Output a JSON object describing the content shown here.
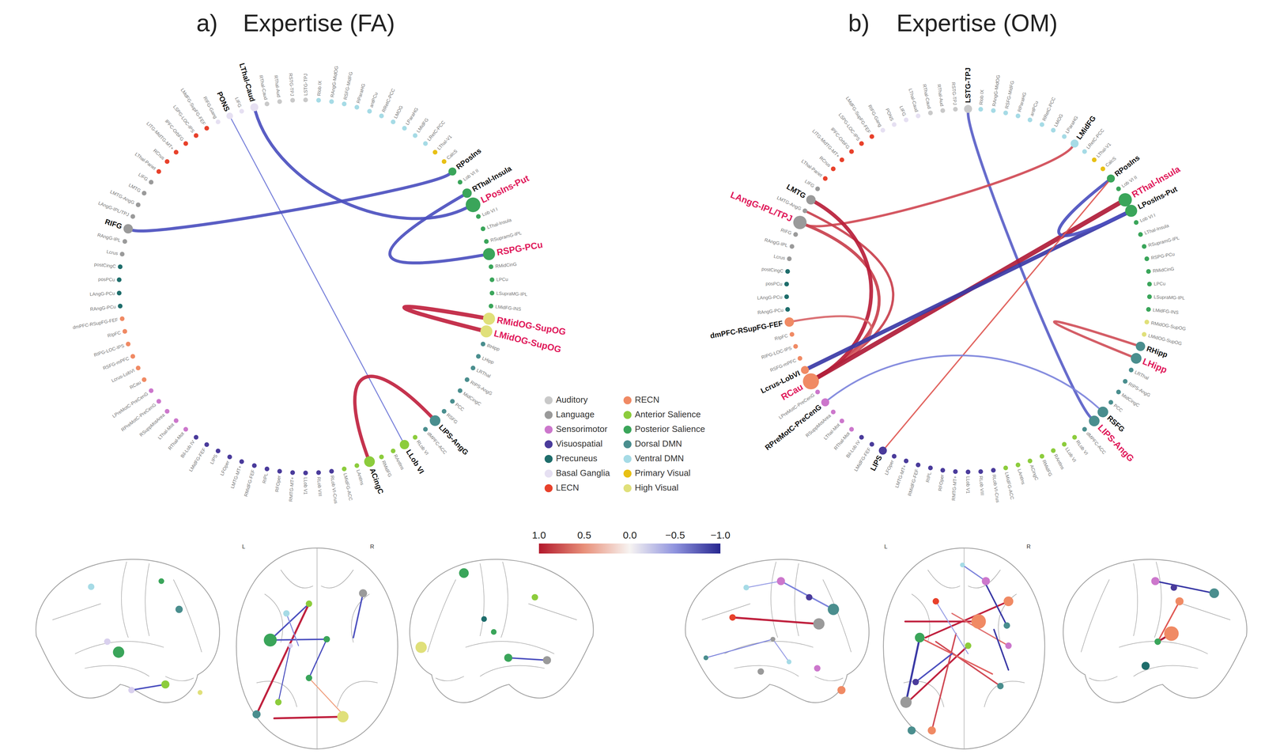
{
  "diagram": {
    "nodes": [
      {
        "text": [
          "LSTG-TPJ"
        ]
      },
      {
        "text": [
          "Rlob IX"
        ]
      },
      {
        "text": [
          "RAngG-MidOG"
        ]
      },
      {
        "text": [
          "RSFG-MidFG"
        ]
      },
      {
        "text": [
          "RParaHG"
        ]
      },
      {
        "text": [
          "antPCu"
        ]
      },
      {
        "text": [
          "RRetC-PCC"
        ]
      },
      {
        "text": [
          "LMOG"
        ]
      },
      {
        "text": [
          "LParaHG"
        ]
      },
      {
        "text": [
          "LMidFG"
        ]
      },
      {
        "text": [
          "LRetC-PCC"
        ]
      },
      {
        "text": [
          "LThal-V1"
        ]
      },
      {
        "text": [
          "CalcS"
        ]
      },
      {
        "text": [
          "RPosIns"
        ]
      },
      {
        "text": [
          "Lob VI II"
        ]
      },
      {
        "text": [
          "RThal-Insula"
        ]
      },
      {
        "text": [
          "LPosIns-Put"
        ]
      },
      {
        "text": [
          "Lob VI I"
        ]
      },
      {
        "text": [
          "LThal-Insula"
        ]
      },
      {
        "text": [
          "RSupramG-IPL"
        ]
      },
      {
        "text": [
          "RSPG-PCu"
        ]
      },
      {
        "text": [
          "RMidCinG"
        ]
      },
      {
        "text": [
          "LPCu"
        ]
      },
      {
        "text": [
          "LSupraMG-IPL"
        ]
      },
      {
        "text": [
          "LMidFG-INS"
        ]
      },
      {
        "text": [
          "RMidOG-SupOG"
        ]
      },
      {
        "text": [
          "LMidOG-SupOG"
        ]
      },
      {
        "text": [
          "RHipp"
        ]
      },
      {
        "text": [
          "LHipp"
        ]
      },
      {
        "text": [
          "LRThal"
        ]
      },
      {
        "text": [
          "RIPS-AngG"
        ]
      },
      {
        "text": [
          "MidCingC"
        ]
      },
      {
        "text": [
          "PCC"
        ]
      },
      {
        "text": [
          "RSFG"
        ]
      },
      {
        "text": [
          "LIPS-AngG"
        ]
      },
      {
        "text": [
          "dMPFC-ACC"
        ]
      },
      {
        "text": [
          "RLob VI"
        ]
      },
      {
        "text": [
          "LLob VI"
        ]
      },
      {
        "text": [
          "RAntIns"
        ]
      },
      {
        "text": [
          "RMidFG"
        ]
      },
      {
        "text": [
          "ACingC"
        ]
      },
      {
        "text": [
          "LAntIns"
        ]
      },
      {
        "text": [
          "LMidFG-ACC"
        ]
      },
      {
        "text": [
          "RLob VI-Crus"
        ]
      },
      {
        "text": [
          "RLob VIII"
        ]
      },
      {
        "text": [
          "LLob V1"
        ]
      },
      {
        "text": [
          "RMTG-MT+"
        ]
      },
      {
        "text": [
          "RFOper"
        ]
      },
      {
        "text": [
          "RIPL"
        ]
      },
      {
        "text": [
          "RMidFG-FEF"
        ]
      },
      {
        "text": [
          "LMTG-MT+"
        ]
      },
      {
        "text": [
          "LFOper"
        ]
      },
      {
        "text": [
          "LIPS"
        ]
      },
      {
        "text": [
          "LMidFG-FEF"
        ]
      },
      {
        "text": [
          "Bil-Lob IV"
        ]
      },
      {
        "text": [
          "RThal-Mot"
        ]
      },
      {
        "text": [
          "LThal-Mot"
        ]
      },
      {
        "text": [
          "RSuppMotArea"
        ]
      },
      {
        "text": [
          "RPreMotC-PreCenG"
        ]
      },
      {
        "text": [
          "LPreMotC-PreCenG"
        ]
      },
      {
        "text": [
          "RCau"
        ]
      },
      {
        "text": [
          "Lcrus-LobVI"
        ]
      },
      {
        "text": [
          "RSFG-mPFC"
        ]
      },
      {
        "text": [
          "RIPG-LOC-IPS"
        ]
      },
      {
        "text": [
          "RIpFC"
        ]
      },
      {
        "text": [
          "dmPFC-RSupFG-FEF"
        ]
      },
      {
        "text": [
          "RAngG-PCu"
        ]
      },
      {
        "text": [
          "LAngG-PCu"
        ]
      },
      {
        "text": [
          "posPCu"
        ]
      },
      {
        "text": [
          "postCingC"
        ]
      },
      {
        "text": [
          "Lcrus"
        ]
      },
      {
        "text": [
          "RAngG-IPL"
        ]
      },
      {
        "text": [
          "RIFG"
        ]
      },
      {
        "text": [
          "LAngG-IPL/TPJ"
        ]
      },
      {
        "text": [
          "LMTG-AngG"
        ]
      },
      {
        "text": [
          "LMTG"
        ]
      },
      {
        "text": [
          "LIFG"
        ]
      },
      {
        "text": [
          "LThal-Pariet"
        ]
      },
      {
        "text": [
          "RCrus"
        ]
      },
      {
        "text": [
          "LITG-MidTG-MT+"
        ]
      },
      {
        "text": [
          "lPFC-OrbFG"
        ]
      },
      {
        "text": [
          "LSPG-LOC-IPS"
        ]
      },
      {
        "text": [
          "LMdFG-SupFG-FEF"
        ]
      },
      {
        "text": [
          "RIFG-Gang"
        ]
      },
      {
        "text": [
          "PONS"
        ]
      },
      {
        "text": [
          "LIFG"
        ]
      },
      {
        "text": [
          "LThal-Caud"
        ]
      },
      {
        "text": [
          "RThal-Caud"
        ]
      },
      {
        "text": [
          "RThal-Aud"
        ]
      },
      {
        "text": [
          "RSTG-TPJ"
        ]
      },
      {
        "text": [
          "LSTG-TPJ"
        ]
      },
      {
        "text": [
          "Rlob IX"
        ]
      },
      {
        "text": [
          "RAngG-MidOG"
        ]
      },
      {
        "text": [
          "RSFG-MidFG"
        ]
      },
      {
        "text": [
          "RParaHG"
        ]
      },
      {
        "text": [
          "antPCu"
        ]
      },
      {
        "text": [
          "RRetC-PCC"
        ]
      },
      {
        "text": [
          "LMOG"
        ]
      },
      {
        "text": [
          "LParaHG"
        ]
      },
      {
        "text": [
          "LMidFG"
        ]
      },
      {
        "text": [
          "LRetC-PCC"
        ]
      },
      {
        "text": [
          "LThal-V1"
        ]
      },
      {
        "text": [
          "CalcS"
        ]
      },
      {
        "text": [
          "RPosIns"
        ]
      },
      {
        "text": [
          "Lob VI II"
        ]
      },
      {
        "text": [
          "RThal-Insula"
        ]
      },
      {
        "text": [
          "LPosIns-Put"
        ]
      },
      {
        "text": [
          "Lob VI I"
        ]
      },
      {
        "text": [
          "LThal-Insula"
        ]
      },
      {
        "text": [
          "RSupramG-IPL"
        ]
      },
      {
        "text": [
          "RSPG-PCu"
        ]
      },
      {
        "text": [
          "RMidCinG"
        ]
      },
      {
        "text": [
          "LPCu"
        ]
      },
      {
        "text": [
          "LSupraMG-IPL"
        ]
      },
      {
        "text": [
          "LMidFG-INS"
        ]
      },
      {
        "text": [
          "RMidOG-SupOG"
        ]
      },
      {
        "text": [
          "LMidOG-SupOG"
        ]
      },
      {
        "text": [
          "RHipp"
        ]
      },
      {
        "text": [
          "LHipp"
        ]
      },
      {
        "text": [
          "LRThal"
        ]
      },
      {
        "text": [
          "RIPS-AngG"
        ]
      },
      {
        "text": [
          "MidCingC"
        ]
      },
      {
        "text": [
          "PCC"
        ]
      },
      {
        "text": [
          "RSFG"
        ]
      },
      {
        "text": [
          "LIPS-AngG"
        ]
      },
      {
        "text": [
          "dMPFC-ACC"
        ]
      },
      {
        "text": [
          "RLob VI"
        ]
      },
      {
        "text": [
          "LLob VI"
        ]
      },
      {
        "text": [
          "RAntIns"
        ]
      },
      {
        "text": [
          "RMidFG"
        ]
      },
      {
        "text": [
          "ACingC"
        ]
      },
      {
        "text": [
          "LAntIns"
        ]
      },
      {
        "text": [
          "LMidFG-ACC"
        ]
      },
      {
        "text": [
          "RLob VI-Crus"
        ]
      },
      {
        "text": [
          "RLob VIII"
        ]
      },
      {
        "text": [
          "LLob V1"
        ]
      },
      {
        "text": [
          "RMTG-MT+"
        ]
      },
      {
        "text": [
          "RFOper"
        ]
      },
      {
        "text": [
          "RIPL"
        ]
      },
      {
        "text": [
          "RMidFG-FEF"
        ]
      },
      {
        "text": [
          "LMTG-MT+"
        ]
      },
      {
        "text": [
          "LFOper"
        ]
      },
      {
        "text": [
          "LIPS"
        ]
      },
      {
        "text": [
          "LMidFG-FEF"
        ]
      },
      {
        "text": [
          "Bil-Lob IV"
        ]
      },
      {
        "text": [
          "RThal-Mot"
        ]
      },
      {
        "text": [
          "LThal-Mot"
        ]
      },
      {
        "text": [
          "RSuppMotArea"
        ]
      },
      {
        "text": [
          "RPreMotC-PreCenG"
        ]
      },
      {
        "text": [
          "LPreMotC-PreCenG"
        ]
      },
      {
        "text": [
          "RCau"
        ]
      },
      {
        "text": [
          "Lcrus-LobVI"
        ]
      },
      {
        "text": [
          "RSFG-mPFC"
        ]
      },
      {
        "text": [
          "RIPG-LOC-IPS"
        ]
      },
      {
        "text": [
          "RIpFC"
        ]
      },
      {
        "text": [
          "dmPFC-RSupFG-FEF"
        ]
      },
      {
        "text": [
          "RAngG-PCu"
        ]
      },
      {
        "text": [
          "LAngG-PCu"
        ]
      },
      {
        "text": [
          "posPCu"
        ]
      },
      {
        "text": [
          "postCingC"
        ]
      },
      {
        "text": [
          "Lcrus"
        ]
      },
      {
        "text": [
          "RAngG-IPL"
        ]
      },
      {
        "text": [
          "RIFG"
        ]
      },
      {
        "text": [
          "LAngG-IPL/TPJ"
        ]
      },
      {
        "text": [
          "LMTG-AngG"
        ]
      },
      {
        "text": [
          "LMTG"
        ]
      },
      {
        "text": [
          "LIFG"
        ]
      },
      {
        "text": [
          "LThal-Pariet"
        ]
      },
      {
        "text": [
          "RCrus"
        ]
      },
      {
        "text": [
          "LITG-MidTG-MT+"
        ]
      },
      {
        "text": [
          "lPFC-OrbFG"
        ]
      },
      {
        "text": [
          "LSPG-LOC-IPS"
        ]
      },
      {
        "text": [
          "LMdFG-SupFG-FEF"
        ]
      },
      {
        "text": [
          "RIFG-Gang"
        ]
      },
      {
        "text": [
          "PONS"
        ]
      },
      {
        "text": [
          "LIFG"
        ]
      },
      {
        "text": [
          "LThal-Caud"
        ]
      },
      {
        "text": [
          "RThal-Caud"
        ]
      },
      {
        "text": [
          "RThal-Aud"
        ]
      },
      {
        "text": [
          "RSTG-TPJ"
        ]
      }
    ],
    "edges": [
      {
        "from": 84,
        "to": 37,
        "arrow": "none"
      },
      {
        "from": 86,
        "to": 16,
        "arrow": "none"
      },
      {
        "from": 72,
        "to": 13,
        "arrow": "none"
      },
      {
        "from": 15,
        "to": 20,
        "arrow": "none"
      },
      {
        "from": 25,
        "to": 26,
        "arrow": "none"
      },
      {
        "from": 40,
        "to": 34,
        "arrow": "none"
      },
      {
        "from": 90,
        "to": 124,
        "arrow": "none"
      },
      {
        "from": 99,
        "to": 163,
        "arrow": "none"
      },
      {
        "from": 163,
        "to": 150,
        "arrow": "none"
      },
      {
        "from": 164,
        "to": 150,
        "arrow": "none"
      },
      {
        "from": 165,
        "to": 150,
        "arrow": "none"
      },
      {
        "from": 155,
        "to": 150,
        "arrow": "none"
      },
      {
        "from": 150,
        "to": 105,
        "arrow": "none"
      },
      {
        "from": 151,
        "to": 106,
        "arrow": "none"
      },
      {
        "from": 103,
        "to": 106,
        "arrow": "none"
      },
      {
        "from": 142,
        "to": 103,
        "arrow": "none"
      },
      {
        "from": 148,
        "to": 123,
        "arrow": "none"
      },
      {
        "from": 117,
        "to": 118,
        "arrow": "none"
      }
    ],
    "labels": [
      "a)",
      "Expertise (FA)",
      "b)",
      "Expertise (OM)",
      "1.0",
      "0.5",
      "0.0",
      "−0.5",
      "−1.0",
      "L",
      "R",
      "L",
      "R"
    ],
    "legend": [
      {
        "text": "Auditory",
        "color": "#c9c9c9"
      },
      {
        "text": "Language",
        "color": "#9a9a9a"
      },
      {
        "text": "Sensorimotor",
        "color": "#cc77cc"
      },
      {
        "text": "Visuospatial",
        "color": "#4a3b9b"
      },
      {
        "text": "Precuneus",
        "color": "#1e6d6b"
      },
      {
        "text": "Basal Ganglia",
        "color": "#e6e0f2"
      },
      {
        "text": "LECN",
        "color": "#e8412b"
      },
      {
        "text": "RECN",
        "color": "#f08a64"
      },
      {
        "text": "Anterior Salience",
        "color": "#8ccc3c"
      },
      {
        "text": "Posterior Salience",
        "color": "#3aa55a"
      },
      {
        "text": "Dorsal DMN",
        "color": "#4a8e8e"
      },
      {
        "text": "Ventral DMN",
        "color": "#a6dbe6"
      },
      {
        "text": "Primary Visual",
        "color": "#e8c014"
      },
      {
        "text": "High Visual",
        "color": "#e0e07a"
      }
    ]
  }
}
